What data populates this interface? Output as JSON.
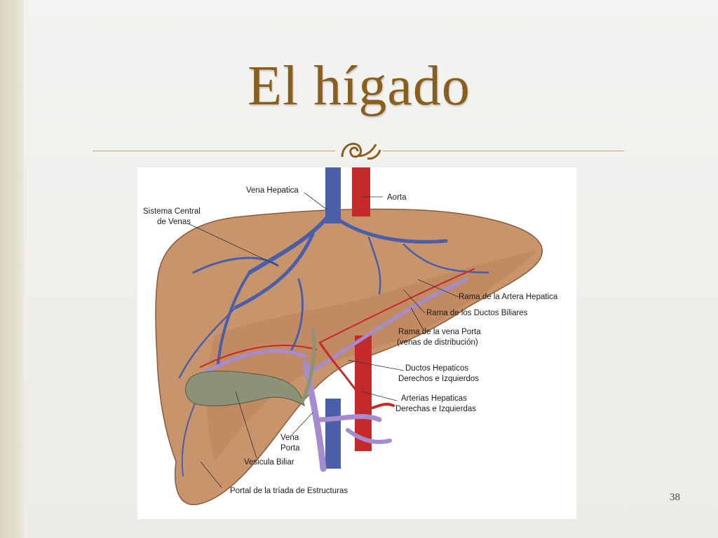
{
  "slide": {
    "title": "El hígado",
    "page_number": "38"
  },
  "figure": {
    "labels": {
      "vena_hepatica": "Vena Hepatica",
      "aorta": "Aorta",
      "sistema_central_1": "Sistema Central",
      "sistema_central_2": "de Venas",
      "rama_arteria": "Rama de la Artera Hepatica",
      "rama_ductos": "Rama de los Ductos Biliares",
      "rama_vena_porta_1": "Rama de la vena Porta",
      "rama_vena_porta_2": "(venas de distribución)",
      "ductos_hepaticos_1": "Ductos Hepaticos",
      "ductos_hepaticos_2": "Derechos e Izquierdos",
      "arterias_hepaticas_1": "Arterias Hepaticas",
      "arterias_hepaticas_2": "Derechas e Izquierdas",
      "vena_porta_1": "Vena",
      "vena_porta_2": "Porta",
      "vesicula_biliar": "Vesicula Biliar",
      "portal_triada": "Portal de la tríada de Estructuras"
    },
    "colors": {
      "liver": "#c8946c",
      "vein": "#4a5fa8",
      "artery": "#c42a2a",
      "portal": "#a48ccf",
      "gallbladder": "#8c9275"
    }
  },
  "theme": {
    "title_color": "#8a5e1e",
    "accent_rule": "#c9a25b"
  }
}
